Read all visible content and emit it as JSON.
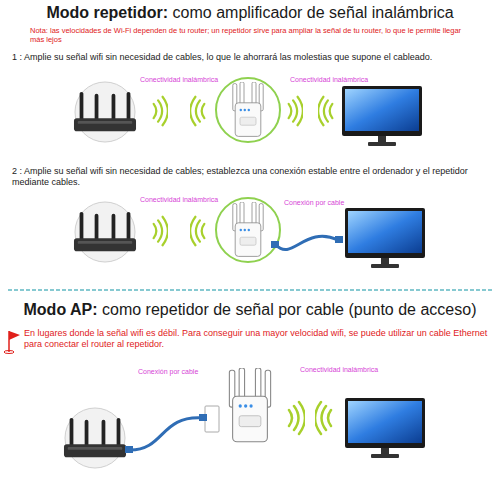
{
  "diagram": {
    "title": "Modo repetidor:",
    "labels": [
      "como amplificador de señal inalámbrica",
      "Nota: las velocidades de Wi-Fi dependen de tu router; un repetidor sirve para ampliar la señal de tu router, lo que le permite llegar más lejos",
      "1 : Amplie su señal wifi sin necesidad de cables, lo que le ahorrará las molestias que supone el cableado.",
      "Conectividad inalámbrica",
      "Conectividad inalámbrica",
      "2 : Amplie su señal wifi sin necesidad de cables; establezca una conexión estable entre el ordenador y el repetidor mediante cables.",
      "Conectividad inalámbrica",
      "Conexión por cable",
      "Modo AP:",
      "como repetidor de señal por cable (punto de acceso)",
      "En lugares donde la señal wifi es débil. Para conseguir una mayor velocidad wifi, se puede utilizar un cable Ethernet para conectar el router al repetidor.",
      "Conexión por cable",
      "Conectividad inalámbrica"
    ]
  }
}
